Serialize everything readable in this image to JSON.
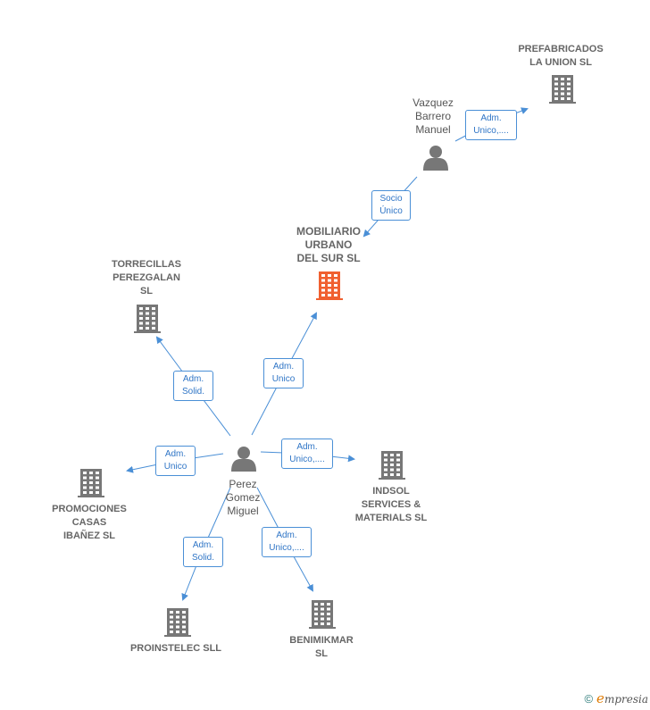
{
  "nodes": {
    "prefabricados": {
      "label": "PREFABRICADOS\nLA UNION  SL",
      "type": "company"
    },
    "vazquez": {
      "label": "Vazquez\nBarrero\nManuel",
      "type": "person"
    },
    "mobiliario": {
      "label": "MOBILIARIO\nURBANO\nDEL SUR  SL",
      "type": "company-main"
    },
    "torrecillas": {
      "label": "TORRECILLAS\nPEREZGALAN\nSL",
      "type": "company"
    },
    "perez": {
      "label": "Perez\nGomez\nMiguel",
      "type": "person"
    },
    "promociones": {
      "label": "PROMOCIONES\nCASAS\nIBAÑEZ SL",
      "type": "company"
    },
    "indsol": {
      "label": "INDSOL\nSERVICES &\nMATERIALS  SL",
      "type": "company"
    },
    "proinstelec": {
      "label": "PROINSTELEC SLL",
      "type": "company"
    },
    "benimikmar": {
      "label": "BENIMIKMAR\nSL",
      "type": "company"
    }
  },
  "edges": {
    "vazquez_prefabricados": "Adm.\nUnico,....",
    "vazquez_mobiliario": "Socio\nÚnico",
    "perez_torrecillas": "Adm.\nSolid.",
    "perez_mobiliario": "Adm.\nUnico",
    "perez_promociones": "Adm.\nUnico",
    "perez_indsol": "Adm.\nUnico,....",
    "perez_proinstelec": "Adm.\nSolid.",
    "perez_benimikmar": "Adm.\nUnico,...."
  },
  "colors": {
    "company": "#777777",
    "company_main": "#f06030",
    "person": "#777777",
    "edge": "#4a8fd6",
    "edge_text": "#2f75c6"
  },
  "footer": {
    "copyright": "©",
    "brand_e": "e",
    "brand_rest": "mpresia"
  }
}
